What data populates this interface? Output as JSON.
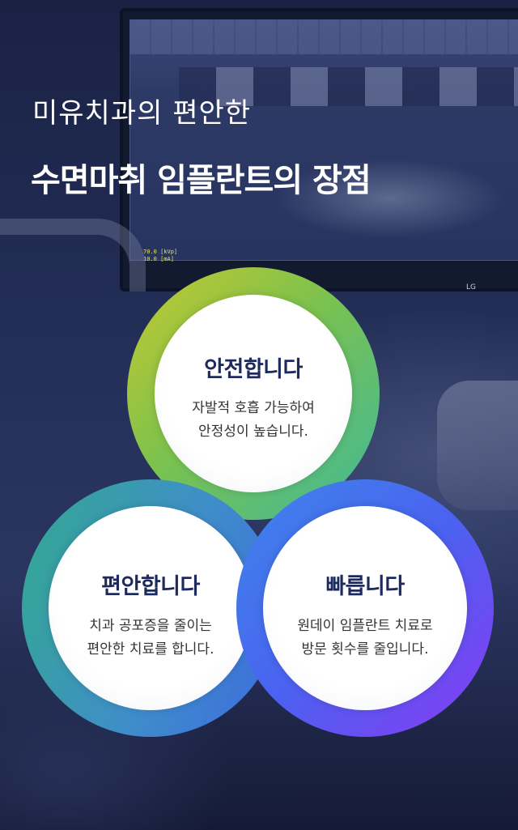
{
  "heading": {
    "line1": "미유치과의 편안한",
    "line2": "수면마취 임플란트의 장점"
  },
  "background": {
    "monitor_readout": "70.0 [kVp]\n10.0 [mA]",
    "monitor_brand": "LG"
  },
  "benefits": [
    {
      "title": "안전합니다",
      "description": "자발적 호흡 가능하여\n안정성이 높습니다."
    },
    {
      "title": "편안합니다",
      "description": "치과 공포증을 줄이는\n편안한 치료를 합니다."
    },
    {
      "title": "빠릅니다",
      "description": "원데이 임플란트 치료로\n방문 횟수를 줄입니다."
    }
  ],
  "colors": {
    "title_text": "#1e2a5c",
    "ring1": [
      "#c6c82e",
      "#3fb89b"
    ],
    "ring2": [
      "#33a98e",
      "#3d6ae0"
    ],
    "ring3": [
      "#3d86ea",
      "#8a39f4"
    ]
  }
}
